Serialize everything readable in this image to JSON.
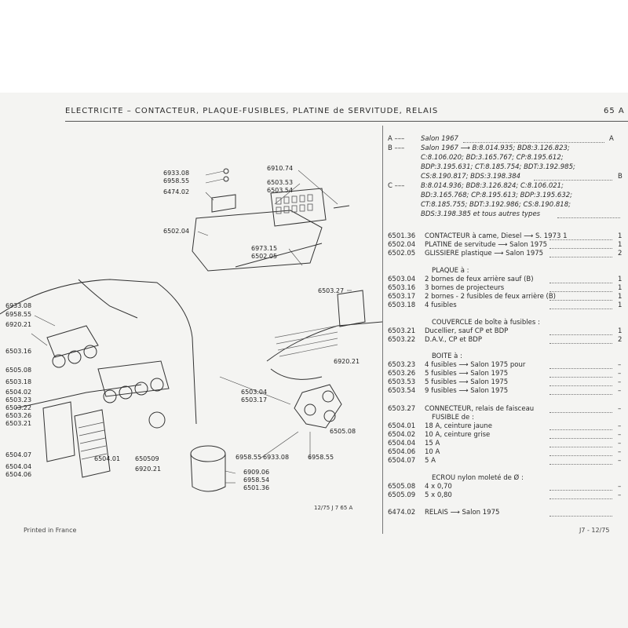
{
  "header": {
    "title": "ELECTRICITE  –  CONTACTEUR, PLAQUE-FUSIBLES, PLATINE de SERVITUDE, RELAIS",
    "page": "65 A"
  },
  "variants": [
    {
      "letter": "A",
      "lines": [
        "Salon 1967"
      ],
      "end": "A"
    },
    {
      "letter": "B",
      "lines": [
        "Salon 1967 ⟶ B:8.014.935; BD8:3.126.823;",
        "C:8.106.020; BD:3.165.767; CP:8.195.612;",
        "BDP:3.195.631; CT:8.185.754; BDT:3.192.985;",
        "CS:8.190.817; BDS:3.198.384"
      ],
      "end": "B"
    },
    {
      "letter": "C",
      "lines": [
        "B:8.014.936; BD8:3.126.824; C:8.106.021;",
        "BD:3.165.768; CP:8.195.613; BDP:3.195.632;",
        "CT:8.185.755; BDT:3.192.986; CS:8.190.818;",
        "BDS:3.198.385 et tous autres types"
      ],
      "end": ""
    }
  ],
  "parts": [
    {
      "ref": "6501.36",
      "desc": "CONTACTEUR à came, Diesel ⟶ S. 1973  1",
      "qty": "1"
    },
    {
      "ref": "6502.04",
      "desc": "PLATINE de servitude  ⟶ Salon 1975",
      "qty": "1"
    },
    {
      "ref": "6502.05",
      "desc": "GLISSIERE plastique  ⟶ Salon 1975",
      "qty": "2"
    },
    {
      "ref": "",
      "desc": "PLAQUE à :",
      "qty": ""
    },
    {
      "ref": "6503.04",
      "desc": "2 bornes de feux arrière sauf (B)",
      "qty": "1"
    },
    {
      "ref": "6503.16",
      "desc": "3 bornes de projecteurs",
      "qty": "1"
    },
    {
      "ref": "6503.17",
      "desc": "2 bornes - 2 fusibles de feux arrière (B)",
      "qty": "1"
    },
    {
      "ref": "6503.18",
      "desc": "4 fusibles",
      "qty": "1"
    },
    {
      "ref": "",
      "desc": "COUVERCLE de boîte à fusibles :",
      "qty": ""
    },
    {
      "ref": "6503.21",
      "desc": "Ducellier, sauf CP et BDP",
      "qty": "1"
    },
    {
      "ref": "6503.22",
      "desc": "D.A.V., CP et BDP",
      "qty": "2"
    },
    {
      "ref": "",
      "desc": "BOITE à :",
      "qty": ""
    },
    {
      "ref": "6503.23",
      "desc": "4 fusibles ⟶ Salon 1975 pour",
      "qty": "–"
    },
    {
      "ref": "6503.26",
      "desc": "5 fusibles ⟶ Salon 1975",
      "qty": "–"
    },
    {
      "ref": "6503.53",
      "desc": "5 fusibles  ⟶ Salon 1975",
      "qty": "–"
    },
    {
      "ref": "6503.54",
      "desc": "9 fusibles  ⟶ Salon 1975",
      "qty": "–"
    },
    {
      "ref": "6503.27",
      "desc": "CONNECTEUR, relais de faisceau",
      "qty": "–"
    },
    {
      "ref": "",
      "desc": "FUSIBLE de :",
      "qty": ""
    },
    {
      "ref": "6504.01",
      "desc": "18 A, ceinture jaune",
      "qty": "–"
    },
    {
      "ref": "6504.02",
      "desc": "10 A, ceinture grise",
      "qty": "–"
    },
    {
      "ref": "6504.04",
      "desc": "15 A",
      "qty": "–"
    },
    {
      "ref": "6504.06",
      "desc": "10 A",
      "qty": "–"
    },
    {
      "ref": "6504.07",
      "desc": "5 A",
      "qty": "–"
    },
    {
      "ref": "",
      "desc": "ECROU nylon moleté de Ø :",
      "qty": ""
    },
    {
      "ref": "6505.08",
      "desc": "4 x 0,70",
      "qty": "–"
    },
    {
      "ref": "6505.09",
      "desc": "5 x 0,80",
      "qty": "–"
    },
    {
      "ref": "6474.02",
      "desc": "RELAIS  ⟶ Salon 1975",
      "qty": ""
    }
  ],
  "diagram_labels": {
    "l6933_08a": "6933.08",
    "l6958_55a": "6958.55",
    "l6474_02": "6474.02",
    "l6910_74": "6910.74",
    "l6503_53": "6503.53",
    "l6503_54": "6503.54",
    "l6502_04": "6502.04",
    "l6973_15": "6973.15",
    "l6502_05": "6502.05",
    "l6503_27": "6503.27",
    "l6933_08b": "6933.08",
    "l6958_55b": "6958.55",
    "l6920_21a": "6920.21",
    "l6503_16": "6503.16",
    "l6505_08a": "6505.08",
    "l6503_18": "6503.18",
    "l6504_02": "6504.02",
    "l6503_23": "6503.23",
    "l6503_22": "6503.22",
    "l6503_26": "6503.26",
    "l6503_21": "6503.21",
    "l6504_07": "6504.07",
    "l6504_04": "6504.04",
    "l6504_06": "6504.06",
    "l6504_01": "6504.01",
    "l6505_09": "650509",
    "l6920_21b": "6920.21",
    "l6958_55c": "6958.55",
    "l6909_06": "6909.06",
    "l6958_54": "6958.54",
    "l6501_36": "6501.36",
    "l6920_21c": "6920.21",
    "l6503_04": "6503.04",
    "l6503_17": "6503.17",
    "l6505_08b": "6505.08",
    "l6933_08c": "6933.08",
    "l6958_55d": "6958.55"
  },
  "footer": {
    "printed": "Printed in France",
    "code": "12/75   J 7   65 A",
    "right": "J7 - 12/75"
  }
}
